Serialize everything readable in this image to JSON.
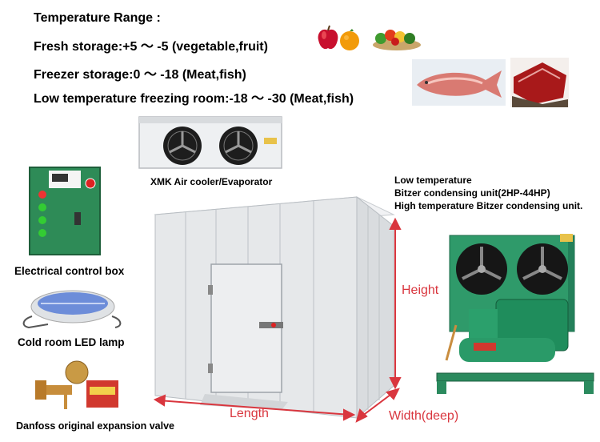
{
  "temperature_range": {
    "title": "Temperature Range :",
    "fresh": "Fresh storage:+5 ～ -5 (vegetable,fruit)",
    "freezer": "Freezer storage:0 ～ -18 (Meat,fish)",
    "low": "Low temperature freezing room:-18 ～ -30 (Meat,fish)"
  },
  "captions": {
    "air_cooler": "XMK  Air cooler/Evaporator",
    "condensing_unit": [
      "Low temperature",
      "Bitzer condensing unit(2HP-44HP)",
      "High temperature Bitzer condensing unit."
    ],
    "control_box": "Electrical control box",
    "led_lamp": "Cold room LED lamp",
    "valve": "Danfoss original expansion valve"
  },
  "dimensions": {
    "height": "Height",
    "length": "Length",
    "width": "Width(deep)"
  },
  "colors": {
    "dimension_red": "#d9363e",
    "control_box_green": "#2e8b57",
    "unit_green": "#2f9a6a",
    "panel_grey": "#e4e6e8"
  },
  "icons": [
    "apple-icon",
    "orange-icon",
    "vegetable-bowl-icon",
    "fish-image",
    "meat-image",
    "fan-icon"
  ]
}
